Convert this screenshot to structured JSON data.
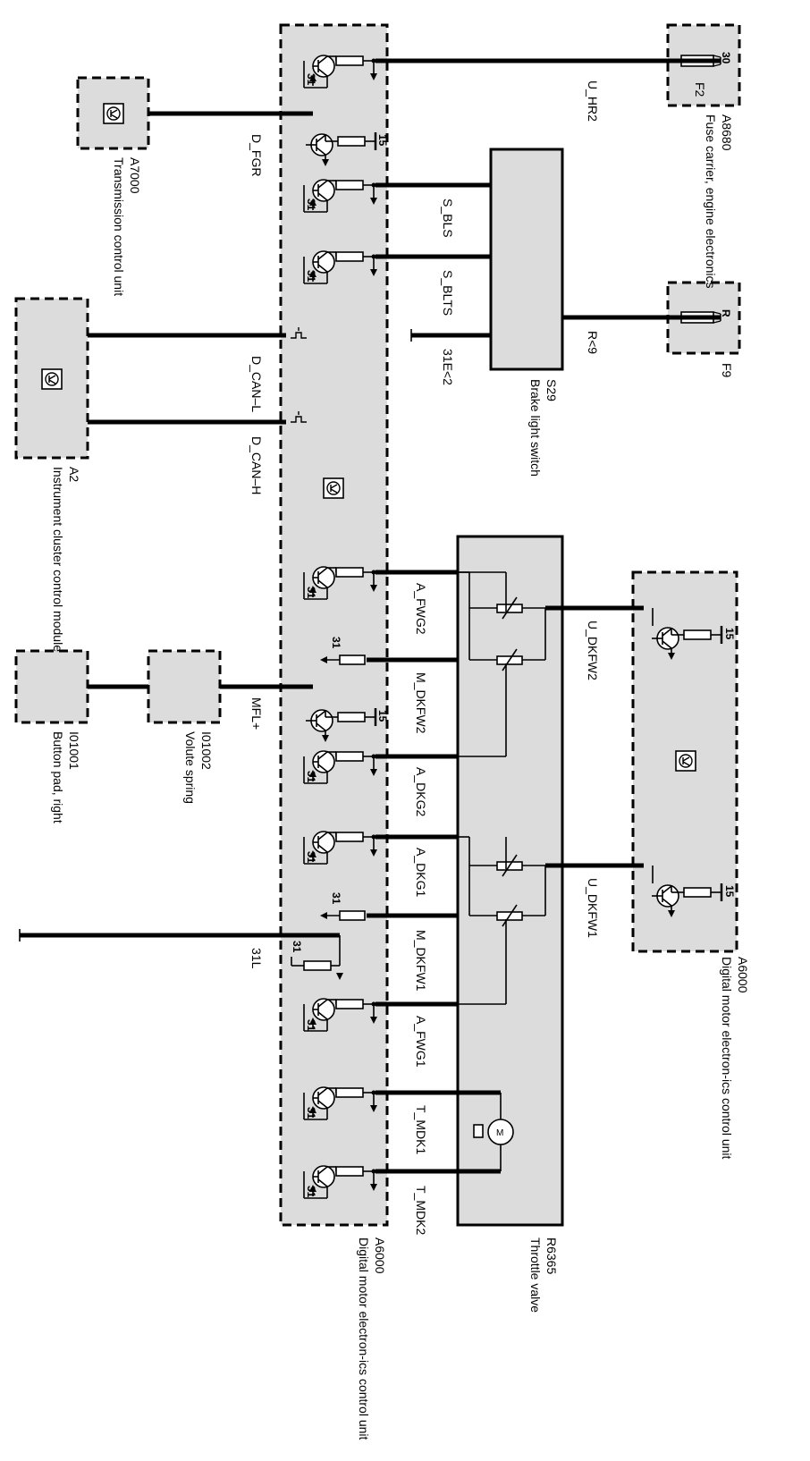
{
  "components": {
    "ecu_main": {
      "id": "A6000",
      "name": "Digital motor electron-ics control unit"
    },
    "ecu_right": {
      "id": "A6000",
      "name": "Digital motor electron-ics control unit"
    },
    "throttle": {
      "id": "R6365",
      "name": "Throttle valve"
    },
    "brake_switch": {
      "id": "S29",
      "name": "Brake light switch"
    },
    "fuse_carrier": {
      "id": "A8680",
      "name": "Fuse carrier, engine electronics",
      "fuse": "F2",
      "terminal": "30"
    },
    "fuse_f9": {
      "id": "F9",
      "terminal": "R"
    },
    "transmission": {
      "id": "A7000",
      "name": "Transmission control unit"
    },
    "instrument": {
      "id": "A2",
      "name": "Instrument cluster control module"
    },
    "volute": {
      "id": "I01002",
      "name": "Volute spring"
    },
    "button_pad": {
      "id": "I01001",
      "name": "Button pad, right"
    }
  },
  "signals": {
    "u_hr2": "U_HR2",
    "d_fgr": "D_FGR",
    "s_bls": "S_BLS",
    "s_blts": "S_BLTS",
    "e31": "31E<2",
    "r9": "R<9",
    "d_can_l": "D_CAN–L",
    "d_can_h": "D_CAN–H",
    "a_fwg2": "A_FWG2",
    "m_dkfw2": "M_DKFW2",
    "a_dkg2": "A_DKG2",
    "a_dkg1": "A_DKG1",
    "m_dkfw1": "M_DKFW1",
    "a_fwg1": "A_FWG1",
    "t_mdk1": "T_MDK1",
    "t_mdk2": "T_MDK2",
    "mfl": "MFL+",
    "l31": "31L",
    "u_dkfw2": "U_DKFW2",
    "u_dkfw1": "U_DKFW1"
  },
  "pins": {
    "ground": "31",
    "supply": "15"
  }
}
